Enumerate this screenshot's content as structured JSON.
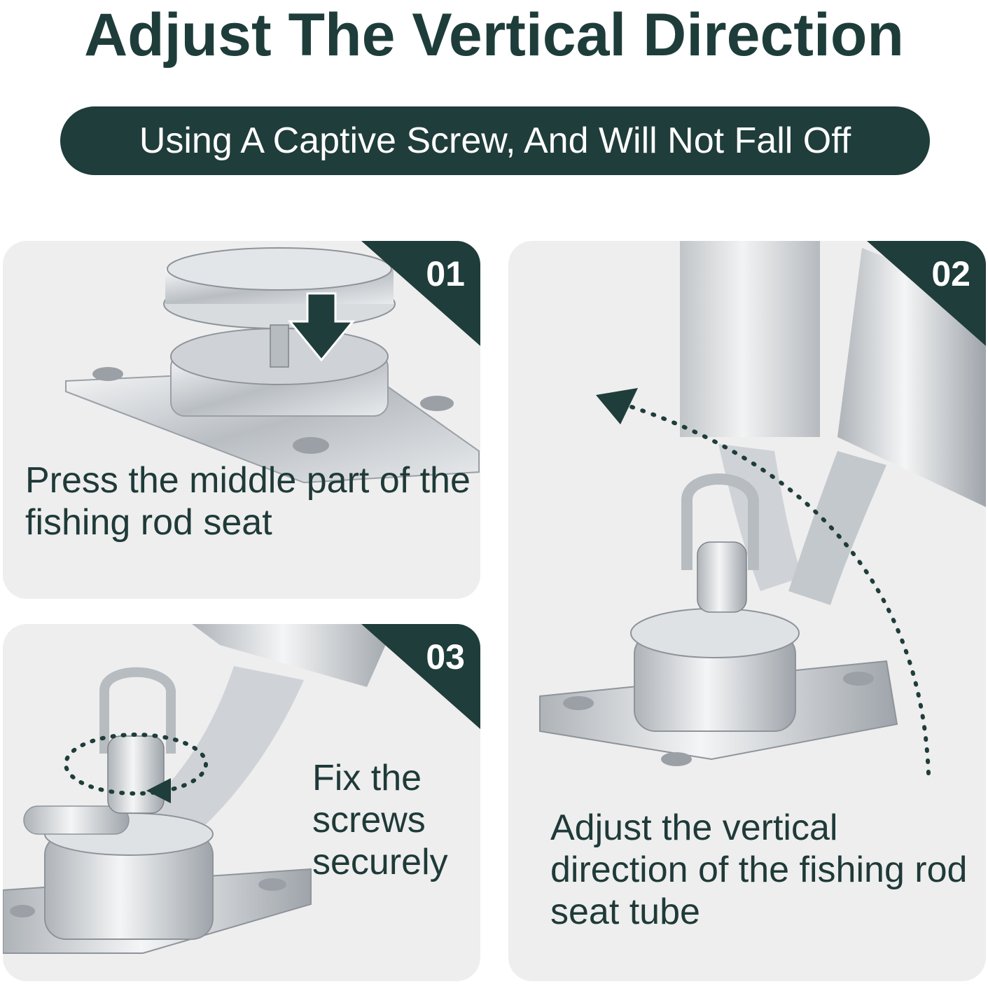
{
  "header": {
    "title": "Adjust The Vertical Direction",
    "subtitle": "Using A Captive Screw, And Will Not Fall Off"
  },
  "steps": [
    {
      "number": "01",
      "caption": "Press the middle part of the fishing rod seat",
      "illustration_icon": "press-down-arrow-icon"
    },
    {
      "number": "02",
      "caption": "Adjust the vertical direction of the fishing rod seat tube",
      "illustration_icon": "rotate-arc-arrow-icon"
    },
    {
      "number": "03",
      "caption": "Fix the screws securely",
      "illustration_icon": "tighten-screw-icon"
    }
  ],
  "colors": {
    "accent": "#1f3d3a",
    "card_bg": "#eeeeee",
    "metal": "#c9cdd1"
  }
}
